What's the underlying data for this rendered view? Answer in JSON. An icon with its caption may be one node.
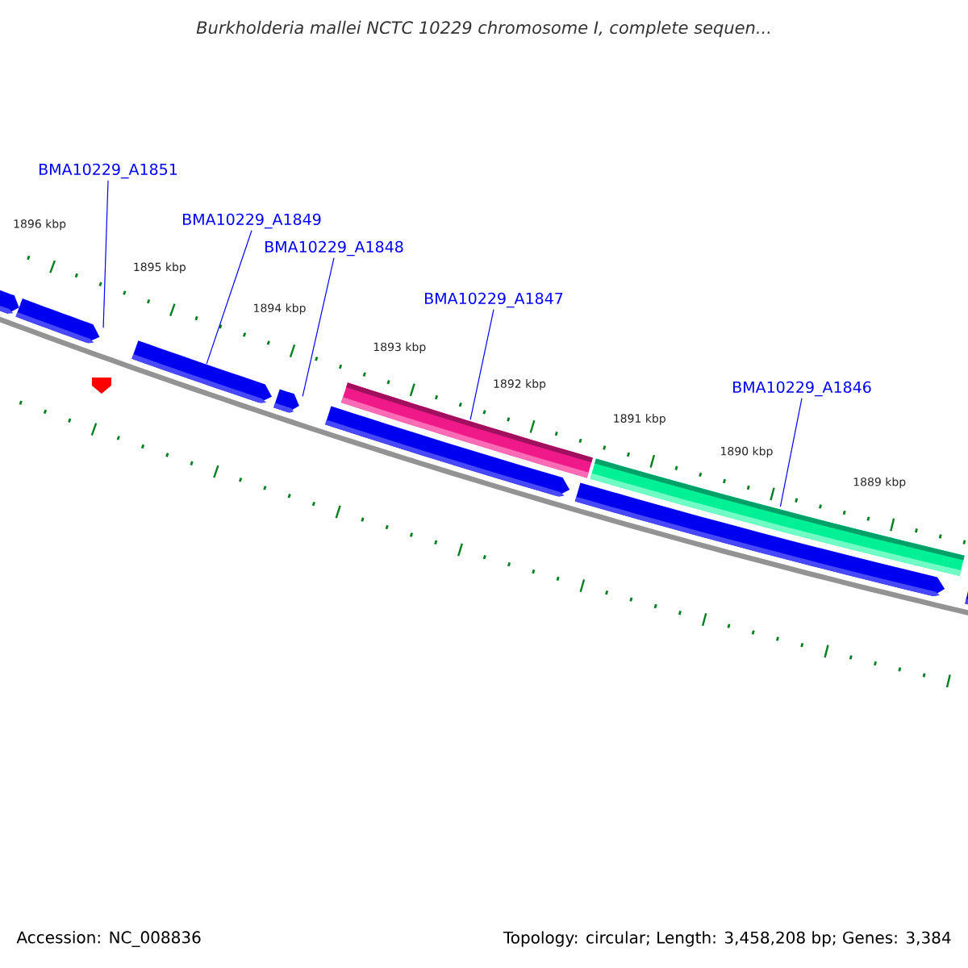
{
  "diagram": {
    "title": "Burkholderia mallei NCTC 10229 chromosome I, complete sequen...",
    "nodes": [
      {
        "text": [
          "BMA10229_A1851"
        ]
      },
      {
        "text": [
          "BMA10229_A1849"
        ]
      },
      {
        "text": [
          "BMA10229_A1848"
        ]
      },
      {
        "text": [
          "BMA10229_A1847"
        ]
      },
      {
        "text": [
          "BMA10229_A1846"
        ]
      },
      {
        "text": [],
        "shape": "arrow"
      },
      {
        "text": [],
        "shape": "arrow"
      },
      {
        "text": [],
        "shape": "arrow"
      },
      {
        "text": [],
        "shape": "bar"
      },
      {
        "text": [],
        "shape": "bar"
      }
    ],
    "edges": [
      {
        "from": 0,
        "to": 5,
        "arrow": "none"
      },
      {
        "from": 1,
        "to": 6,
        "arrow": "none"
      },
      {
        "from": 2,
        "to": 7,
        "arrow": "none"
      },
      {
        "from": 3,
        "to": 8,
        "arrow": "none"
      },
      {
        "from": 4,
        "to": 9,
        "arrow": "none"
      }
    ],
    "labels": [
      "1896 kbp",
      "1895 kbp",
      "1894 kbp",
      "1893 kbp",
      "1892 kbp",
      "1891 kbp",
      "1890 kbp",
      "1889 kbp",
      "Accession: NC_008836",
      "Topology: circular; Length: 3,458,208 bp; Genes: 3,384"
    ]
  }
}
